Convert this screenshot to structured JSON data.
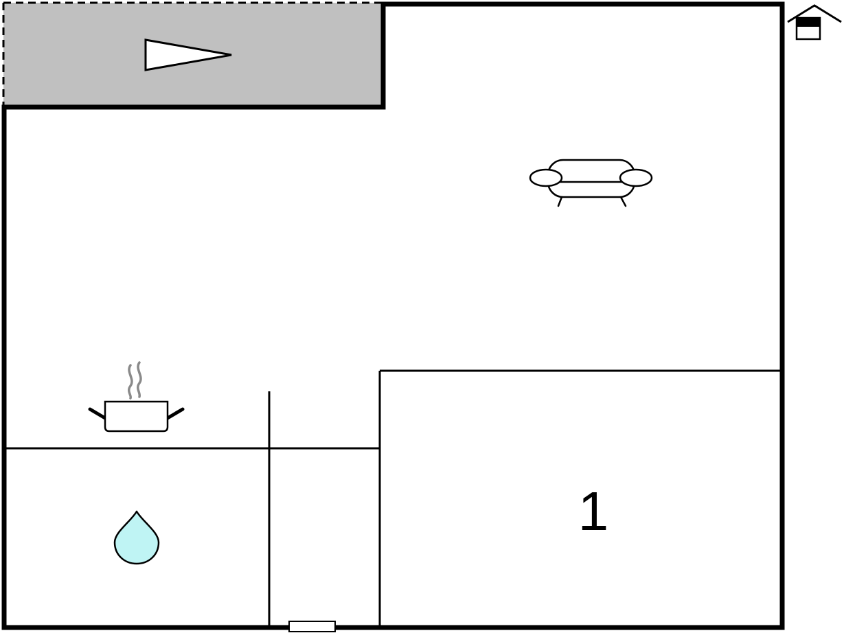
{
  "floor_plan": {
    "rooms": [
      {
        "id": "terrace",
        "type": "terrace",
        "icon": "terrace-arrow-icon"
      },
      {
        "id": "living-room",
        "type": "living room",
        "icon": "sofa-icon"
      },
      {
        "id": "kitchen",
        "type": "kitchen",
        "icon": "cooking-pot-icon"
      },
      {
        "id": "bathroom",
        "type": "bathroom",
        "icon": "water-drop-icon"
      },
      {
        "id": "hallway",
        "type": "hallway",
        "icon": ""
      },
      {
        "id": "bedroom-1",
        "type": "bedroom",
        "icon": "",
        "label": "1"
      }
    ],
    "entrance_icon": "house-entrance-icon",
    "colors": {
      "wall": "#000000",
      "terrace_fill": "#c0c0c0",
      "water_fill": "#bff4f4",
      "steam": "#888888",
      "background": "#ffffff"
    }
  }
}
